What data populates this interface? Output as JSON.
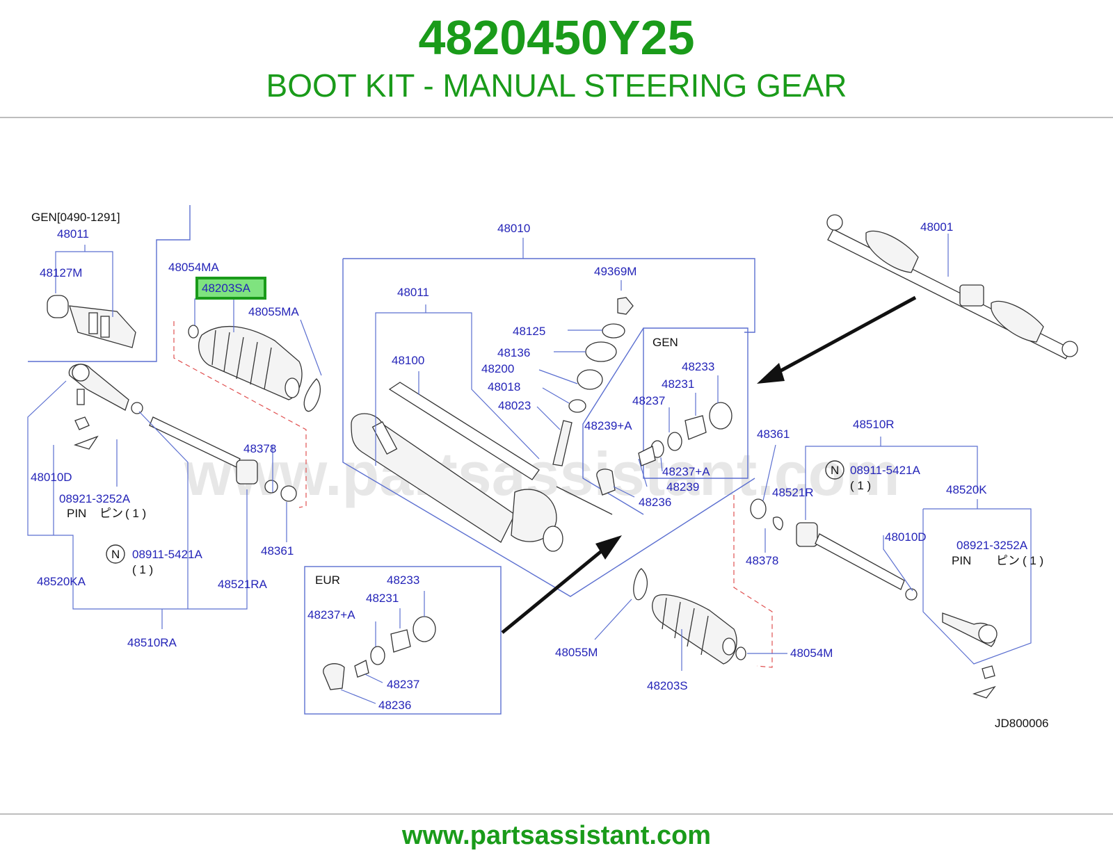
{
  "header": {
    "part_number": "4820450Y25",
    "title": "BOOT KIT - MANUAL STEERING GEAR"
  },
  "footer": {
    "url": "www.partsassistant.com"
  },
  "diagram": {
    "watermark": "www.partsassistant.com",
    "code": "JD800006",
    "highlighted_part": "48203SA",
    "box_labels": {
      "gen_range": "GEN[0490-1291]",
      "gen": "GEN",
      "eur": "EUR"
    },
    "callouts": {
      "p48011_left": "48011",
      "p48127M": "48127M",
      "p48054MA": "48054MA",
      "p48203SA": "48203SA",
      "p48055MA": "48055MA",
      "p48010D_left": "48010D",
      "p08921_left": "08921-3252A",
      "pin_left": "PIN",
      "pin_jp_left": "ピン",
      "pin_qty_left": "( 1 )",
      "n_left": "N",
      "p08911_left": "08911-5421A",
      "qty_left": "( 1 )",
      "p48520KA": "48520KA",
      "p48510RA": "48510RA",
      "p48521RA": "48521RA",
      "p48378_left": "48378",
      "p48361_left": "48361",
      "p48010": "48010",
      "p48011_mid": "48011",
      "p48100": "48100",
      "p49369M": "49369M",
      "p48125": "48125",
      "p48136": "48136",
      "p48200": "48200",
      "p48018": "48018",
      "p48023": "48023",
      "p48239A": "48239+A",
      "gen_48233": "48233",
      "gen_48231": "48231",
      "gen_48237": "48237",
      "gen_48237A": "48237+A",
      "gen_48239": "48239",
      "gen_48236": "48236",
      "eur_48233": "48233",
      "eur_48231": "48231",
      "eur_48237A": "48237+A",
      "eur_48237": "48237",
      "eur_48236": "48236",
      "p48001": "48001",
      "p48361_right": "48361",
      "p48510R": "48510R",
      "n_right": "N",
      "p08911_right": "08911-5421A",
      "qty_right": "( 1 )",
      "p48521R": "48521R",
      "p48520K": "48520K",
      "p48010D_right": "48010D",
      "p08921_right": "08921-3252A",
      "pin_right": "PIN",
      "pin_jp_right": "ピン",
      "pin_qty_right": "( 1 )",
      "p48378_right": "48378",
      "p48055M": "48055M",
      "p48054M": "48054M",
      "p48203S": "48203S"
    },
    "colors": {
      "brand_green": "#1a9b1a",
      "label_blue": "#2424b8",
      "highlight_fill": "#7fe37f",
      "highlight_border": "#1a9b1a",
      "dashed_red": "#e05050"
    }
  }
}
